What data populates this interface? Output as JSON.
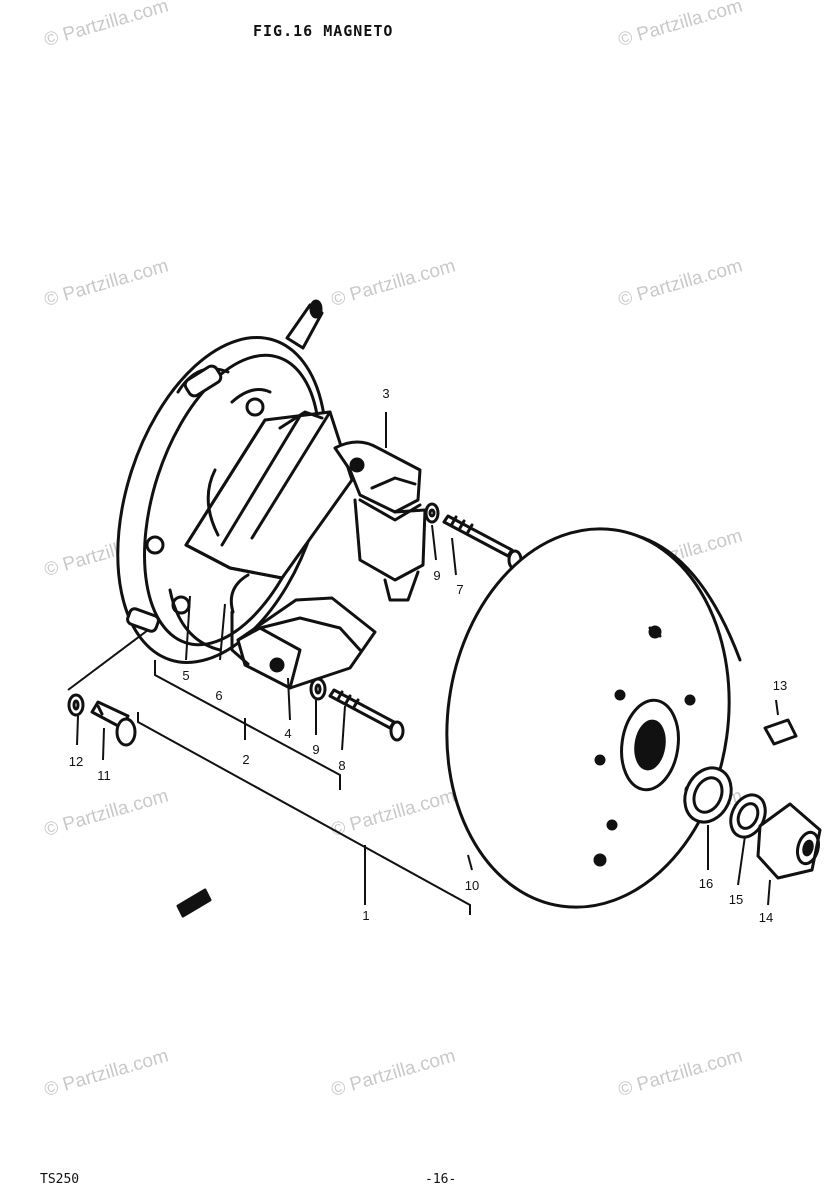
{
  "title": "FIG.16  MAGNETO",
  "footer": {
    "model": "TS250",
    "page": "-16-"
  },
  "watermark": "© Partzilla.com",
  "callouts": {
    "c1": "1",
    "c2": "2",
    "c3": "3",
    "c4": "4",
    "c5": "5",
    "c6": "6",
    "c7": "7",
    "c8": "8",
    "c9a": "9",
    "c9b": "9",
    "c10": "10",
    "c11": "11",
    "c12": "12",
    "c13": "13",
    "c14": "14",
    "c15": "15",
    "c16": "16"
  },
  "colors": {
    "ink": "#111111",
    "watermark": "#c9c9c9",
    "paper": "#ffffff"
  }
}
